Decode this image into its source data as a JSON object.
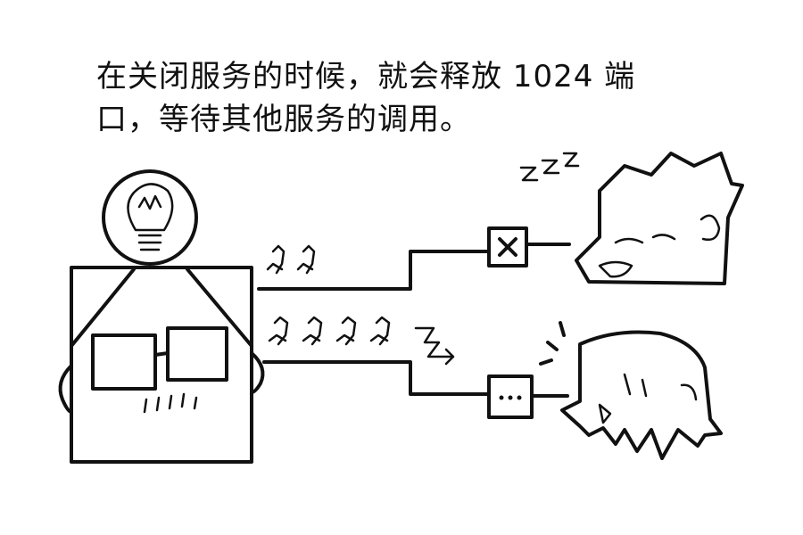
{
  "caption": {
    "line1": "在关闭服务的时候，就会释放 1024 端",
    "line2": "口，等待其他服务的调用。"
  },
  "sleep_text": "z z z",
  "port_closed_symbol": "✕",
  "port_waiting_symbol": "···",
  "icons": {
    "idea": "lightbulb-icon",
    "sleeping_service": "sleeping-face",
    "alert_service": "alert-face"
  },
  "colors": {
    "ink": "#111111",
    "paper": "#ffffff"
  }
}
